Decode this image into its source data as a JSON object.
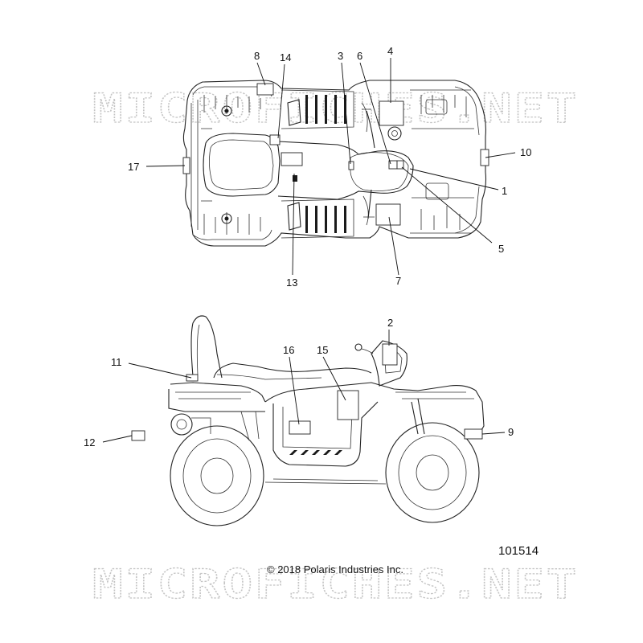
{
  "watermark": {
    "text": "MICROFICHES.NET"
  },
  "callouts": {
    "c1": "1",
    "c2": "2",
    "c3": "3",
    "c4": "4",
    "c5": "5",
    "c6": "6",
    "c7": "7",
    "c8": "8",
    "c9": "9",
    "c10": "10",
    "c11": "11",
    "c12": "12",
    "c13": "13",
    "c14": "14",
    "c15": "15",
    "c16": "16",
    "c17": "17"
  },
  "figure_number": "101514",
  "copyright": "© 2018  Polaris Industries Inc.",
  "colors": {
    "line": "#222222",
    "watermark": "#c4c4c4",
    "background": "#ffffff"
  }
}
